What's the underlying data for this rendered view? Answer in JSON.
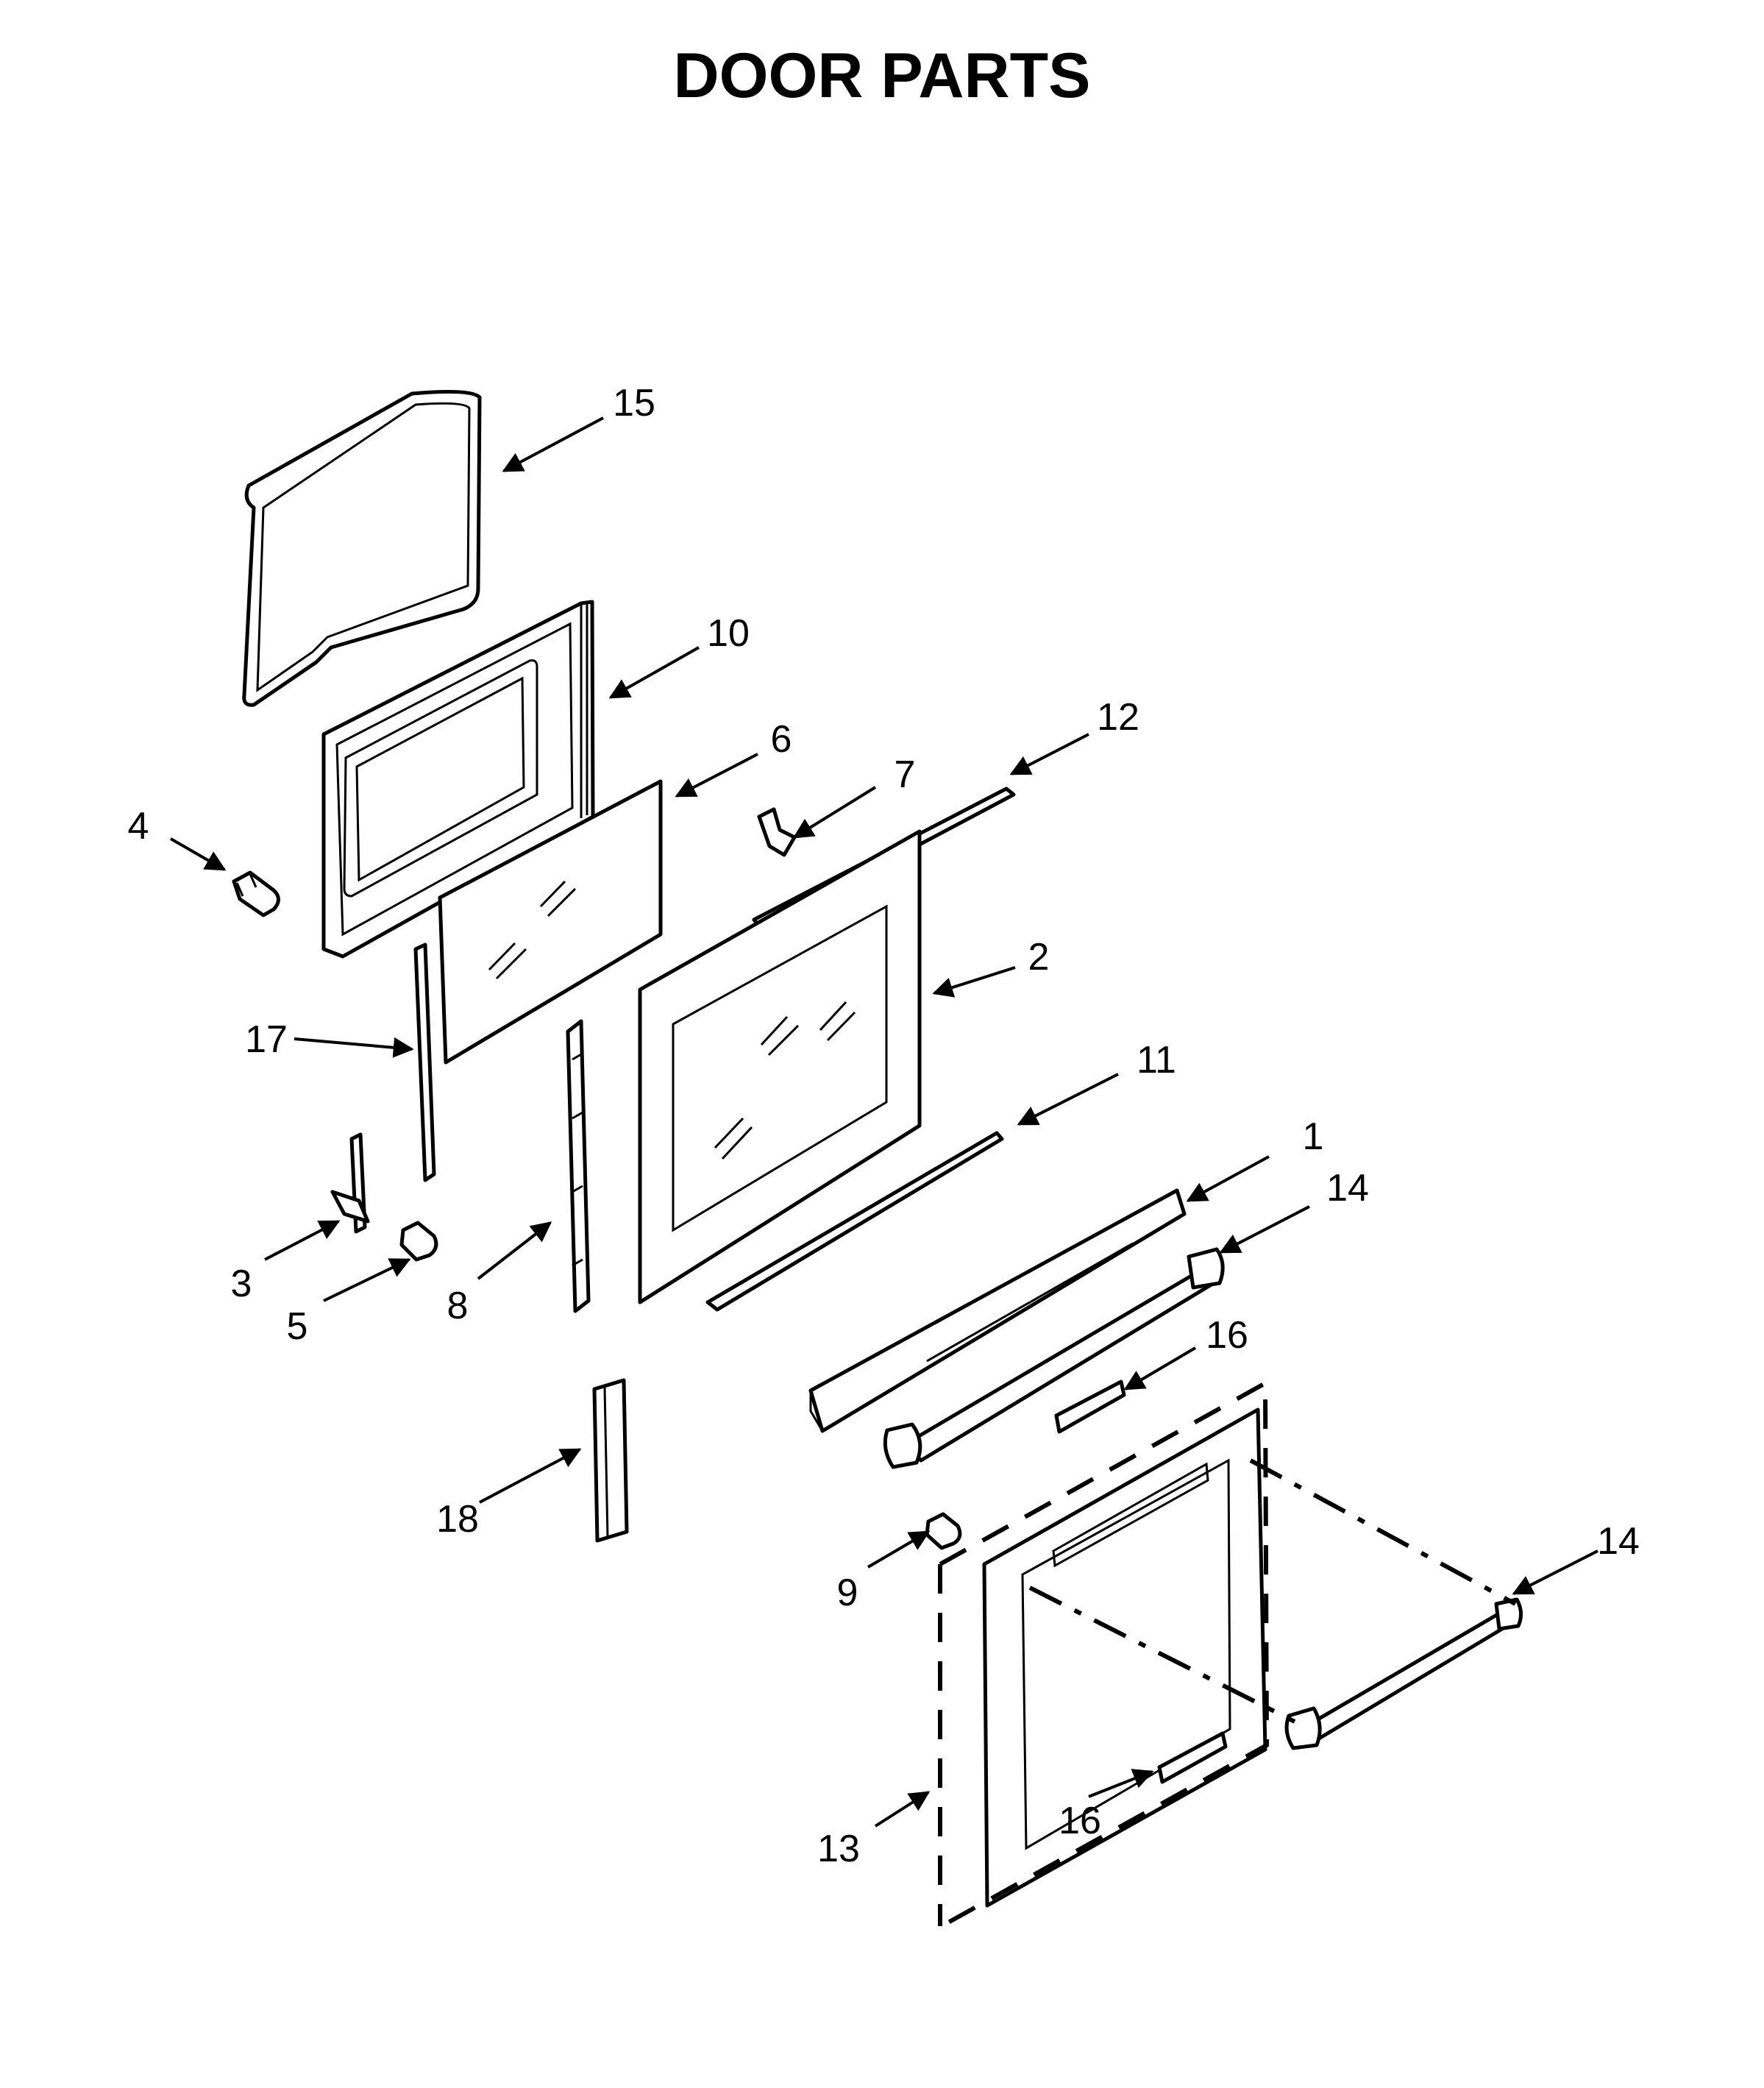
{
  "title": "DOOR PARTS",
  "callouts": [
    {
      "id": "c15",
      "text": "15"
    },
    {
      "id": "c10",
      "text": "10"
    },
    {
      "id": "c6",
      "text": "6"
    },
    {
      "id": "c7",
      "text": "7"
    },
    {
      "id": "c12",
      "text": "12"
    },
    {
      "id": "c4",
      "text": "4"
    },
    {
      "id": "c2",
      "text": "2"
    },
    {
      "id": "c17",
      "text": "17"
    },
    {
      "id": "c11",
      "text": "11"
    },
    {
      "id": "c1",
      "text": "1"
    },
    {
      "id": "c14a",
      "text": "14"
    },
    {
      "id": "c3",
      "text": "3"
    },
    {
      "id": "c5",
      "text": "5"
    },
    {
      "id": "c8",
      "text": "8"
    },
    {
      "id": "c16a",
      "text": "16"
    },
    {
      "id": "c18",
      "text": "18"
    },
    {
      "id": "c9",
      "text": "9"
    },
    {
      "id": "c14b",
      "text": "14"
    },
    {
      "id": "c16b",
      "text": "16"
    },
    {
      "id": "c13",
      "text": "13"
    }
  ]
}
